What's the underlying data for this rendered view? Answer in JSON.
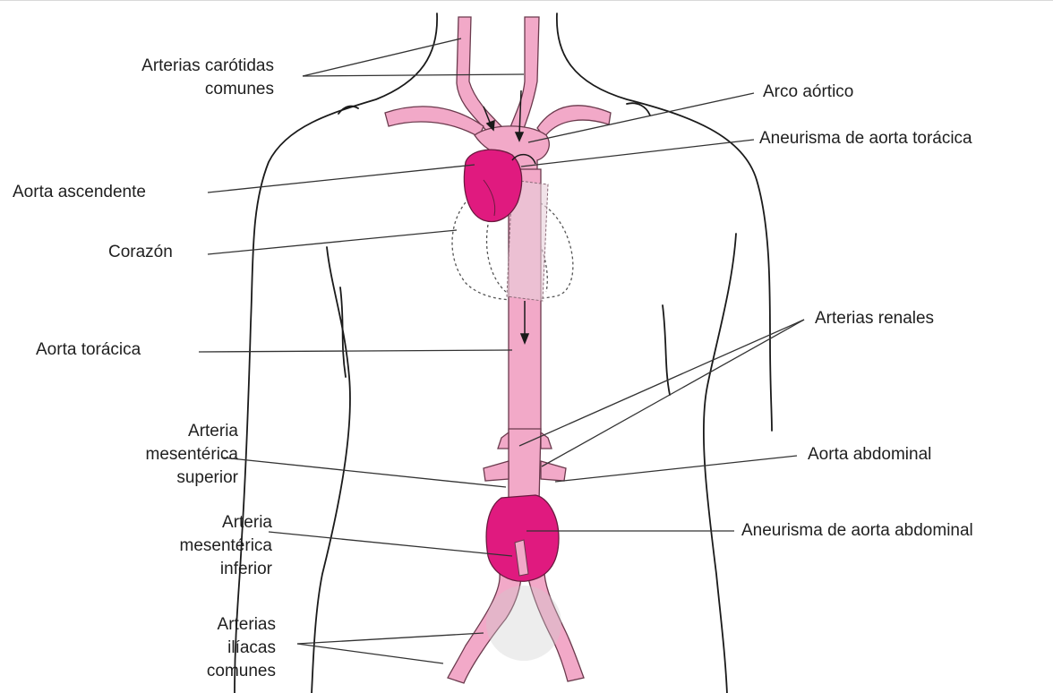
{
  "labels": {
    "carotids": [
      "Arterias carótidas",
      "comunes"
    ],
    "aortic_arch": "Arco aórtico",
    "thoracic_aneurysm": "Aneurisma de aorta torácica",
    "ascending_aorta": "Aorta ascendente",
    "heart": "Corazón",
    "thoracic_aorta": "Aorta torácica",
    "renal_arteries": "Arterias renales",
    "superior_mesenteric": [
      "Arteria",
      "mesentérica",
      "superior"
    ],
    "abdominal_aorta": "Aorta abdominal",
    "inferior_mesenteric": [
      "Arteria",
      "mesentérica",
      "inferior"
    ],
    "abdominal_aneurysm": "Aneurisma de aorta abdominal",
    "iliac_arteries": [
      "Arterias",
      "ilíacas",
      "comunes"
    ]
  },
  "colors": {
    "artery": "#f2a9c8",
    "artery_stroke": "#6b3a4d",
    "aneurysm": "#e01a7f",
    "outline": "#1a1a1a",
    "leader_line": "#333333"
  }
}
